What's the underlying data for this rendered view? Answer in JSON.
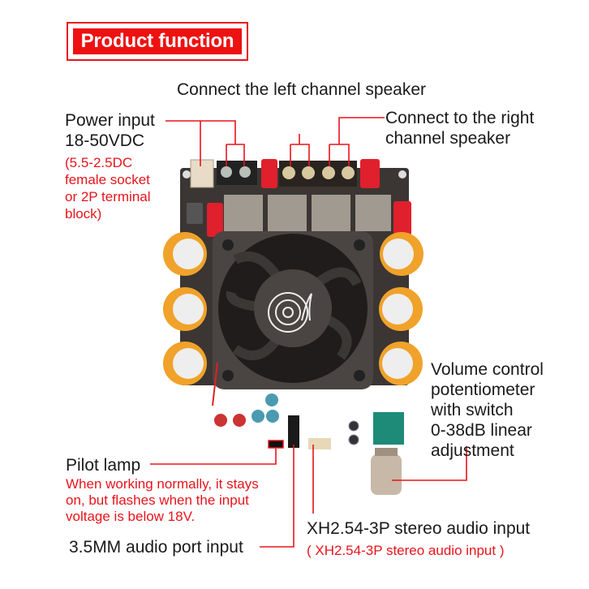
{
  "title": "Product function",
  "labels": {
    "power_input": {
      "line1": "Power input",
      "line2": "18-50VDC",
      "note": [
        "(5.5-2.5DC",
        "female socket",
        "or 2P terminal",
        "block)"
      ]
    },
    "left_speaker": "Connect the left channel speaker",
    "right_speaker": {
      "line1": "Connect to the right",
      "line2": "channel speaker"
    },
    "volume": [
      "Volume control",
      "potentiometer",
      "with switch",
      "0-38dB linear",
      "adjustment"
    ],
    "pilot_lamp": {
      "title": "Pilot lamp",
      "note": [
        "When working normally, it stays",
        "on, but flashes when the input",
        "voltage is below 18V."
      ]
    },
    "xh_input": {
      "title": "XH2.54-3P stereo audio input",
      "note": "( XH2.54-3P stereo audio input )"
    },
    "audio_port": "3.5MM audio port input"
  },
  "colors": {
    "accent": "#e8141b",
    "pcb": "#3b3633",
    "capacitor": "#f0a22a",
    "relay_red": "#e0202c",
    "pot_green": "#1e8a78"
  }
}
